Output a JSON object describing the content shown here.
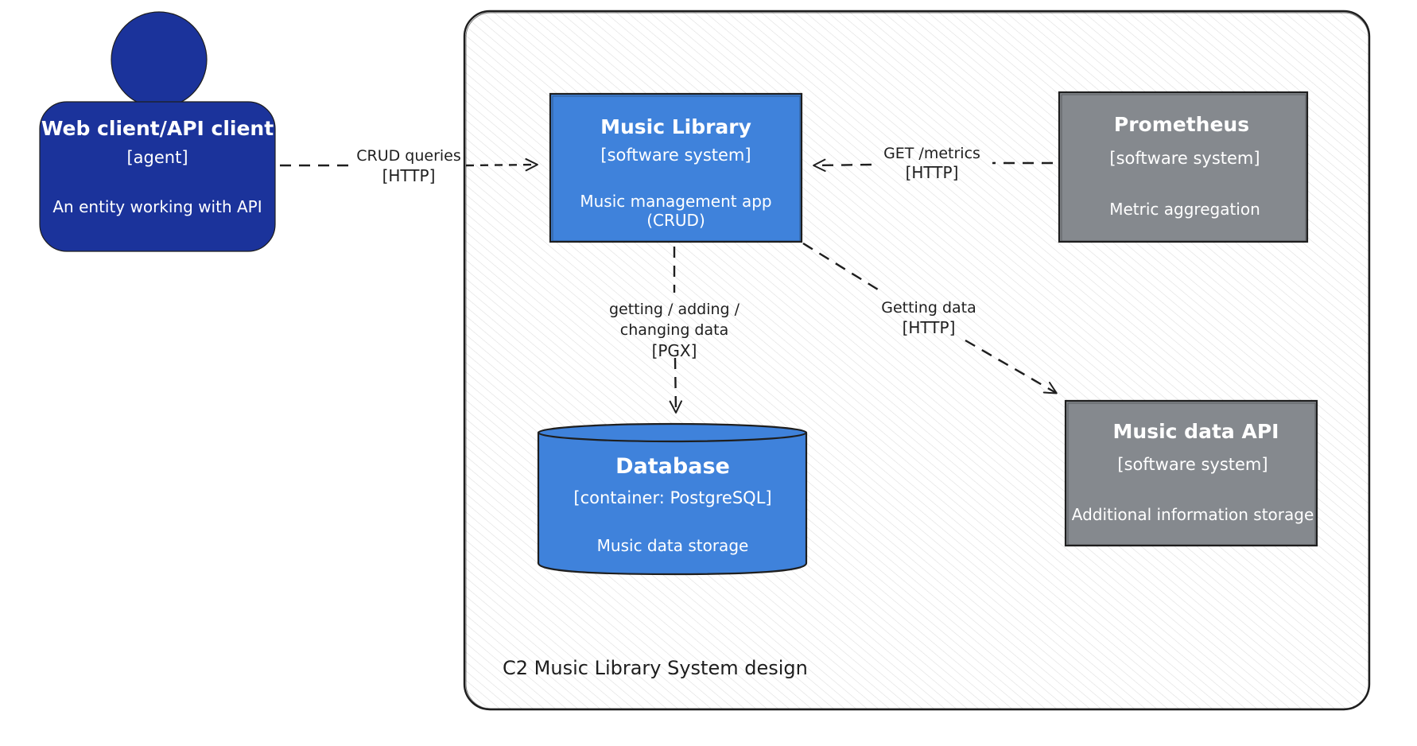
{
  "colors": {
    "agent_fill": "#1b339b",
    "blue_fill": "#3f82db",
    "gray_fill": "#85898e",
    "stroke": "#1e1e1e",
    "boundary_hatch": "#d9d9d9",
    "text_light": "#ffffff",
    "text_dark": "#1e1e1e"
  },
  "agent": {
    "title": "Web client/API client",
    "type": "[agent]",
    "description": "An entity working with API"
  },
  "boundary": {
    "label": "C2 Music Library System design"
  },
  "music_library": {
    "title": "Music Library",
    "type": "[software system]",
    "description_line1": "Music management app",
    "description_line2": "(CRUD)"
  },
  "prometheus": {
    "title": "Prometheus",
    "type": "[software system]",
    "description": "Metric aggregation"
  },
  "database": {
    "title": "Database",
    "type": "[container: PostgreSQL]",
    "description": "Music data storage"
  },
  "music_data_api": {
    "title": "Music data API",
    "type": "[software system]",
    "description": "Additional information storage"
  },
  "relations": {
    "crud": {
      "line1": "CRUD queries",
      "line2": "[HTTP]"
    },
    "metrics": {
      "line1": "GET /metrics",
      "line2": "[HTTP]"
    },
    "db": {
      "line1": "getting / adding /",
      "line2": "changing data",
      "line3": "[PGX]"
    },
    "api": {
      "line1": "Getting data",
      "line2": "[HTTP]"
    }
  }
}
